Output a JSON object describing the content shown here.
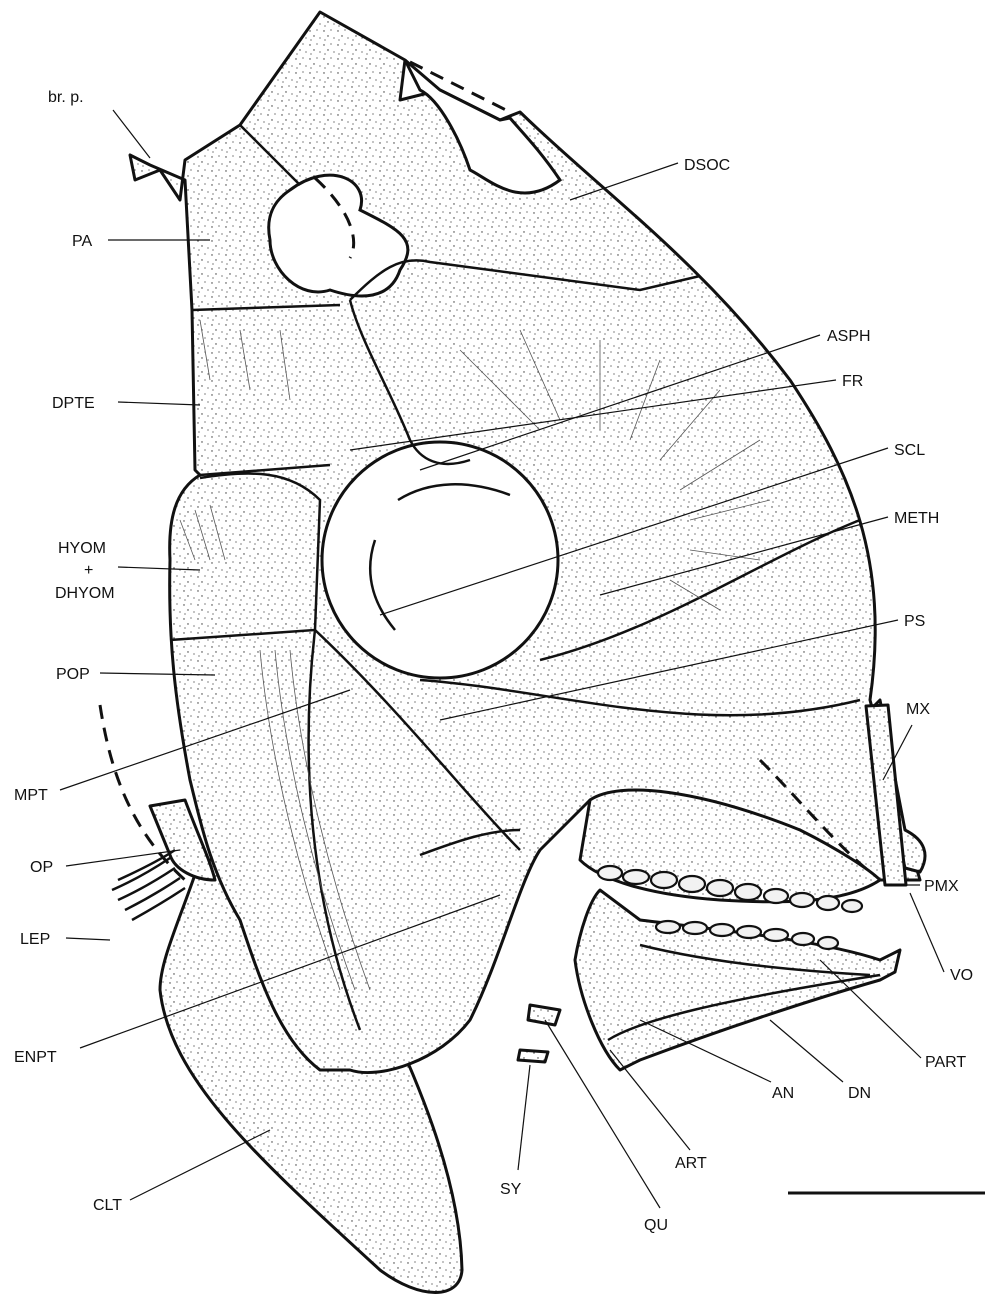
{
  "labels": {
    "br_p": "br. p.",
    "pa": "PA",
    "dpte": "DPTE",
    "hyom_1": "HYOM",
    "hyom_2": "+",
    "hyom_3": "DHYOM",
    "pop": "POP",
    "mpt": "MPT",
    "op": "OP",
    "lep": "LEP",
    "enpt": "ENPT",
    "clt": "CLT",
    "sy": "SY",
    "qu": "QU",
    "art": "ART",
    "an": "AN",
    "dn": "DN",
    "part": "PART",
    "vo": "VO",
    "pmx": "PMX",
    "mx": "MX",
    "ps": "PS",
    "meth": "METH",
    "scl": "SCL",
    "fr": "FR",
    "asph": "ASPH",
    "dsoc": "DSOC"
  },
  "scale_bar": {
    "shown": true
  }
}
